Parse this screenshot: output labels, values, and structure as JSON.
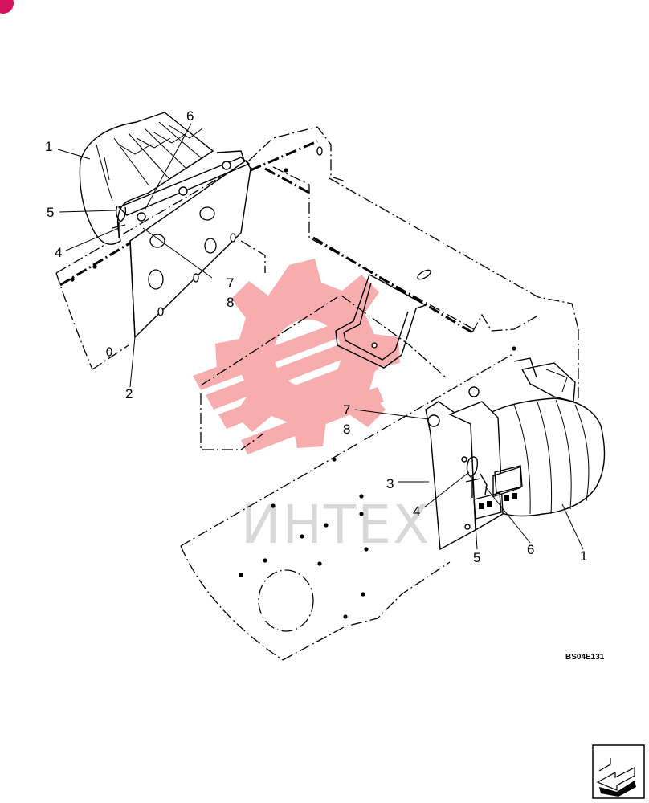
{
  "diagram": {
    "figure_code": "BS04E131",
    "watermark": "ИНТЕХ",
    "callouts": {
      "left_1": "1",
      "left_2": "2",
      "left_4": "4",
      "left_5": "5",
      "left_6": "6",
      "left_7": "7",
      "left_8": "8",
      "right_1": "1",
      "right_3": "3",
      "right_4": "4",
      "right_5": "5",
      "right_6": "6",
      "right_7": "7",
      "right_8": "8"
    }
  },
  "colors": {
    "watermark_gear": "#f26b6b",
    "watermark_text": "#d8d8d8",
    "corner_badge": "#d4145a",
    "line_art": "#000000"
  },
  "icons": {
    "corner_badge": "brand-badge-icon",
    "watermark_logo": "gear-logo-icon",
    "next_page": "arrow-next-icon"
  }
}
